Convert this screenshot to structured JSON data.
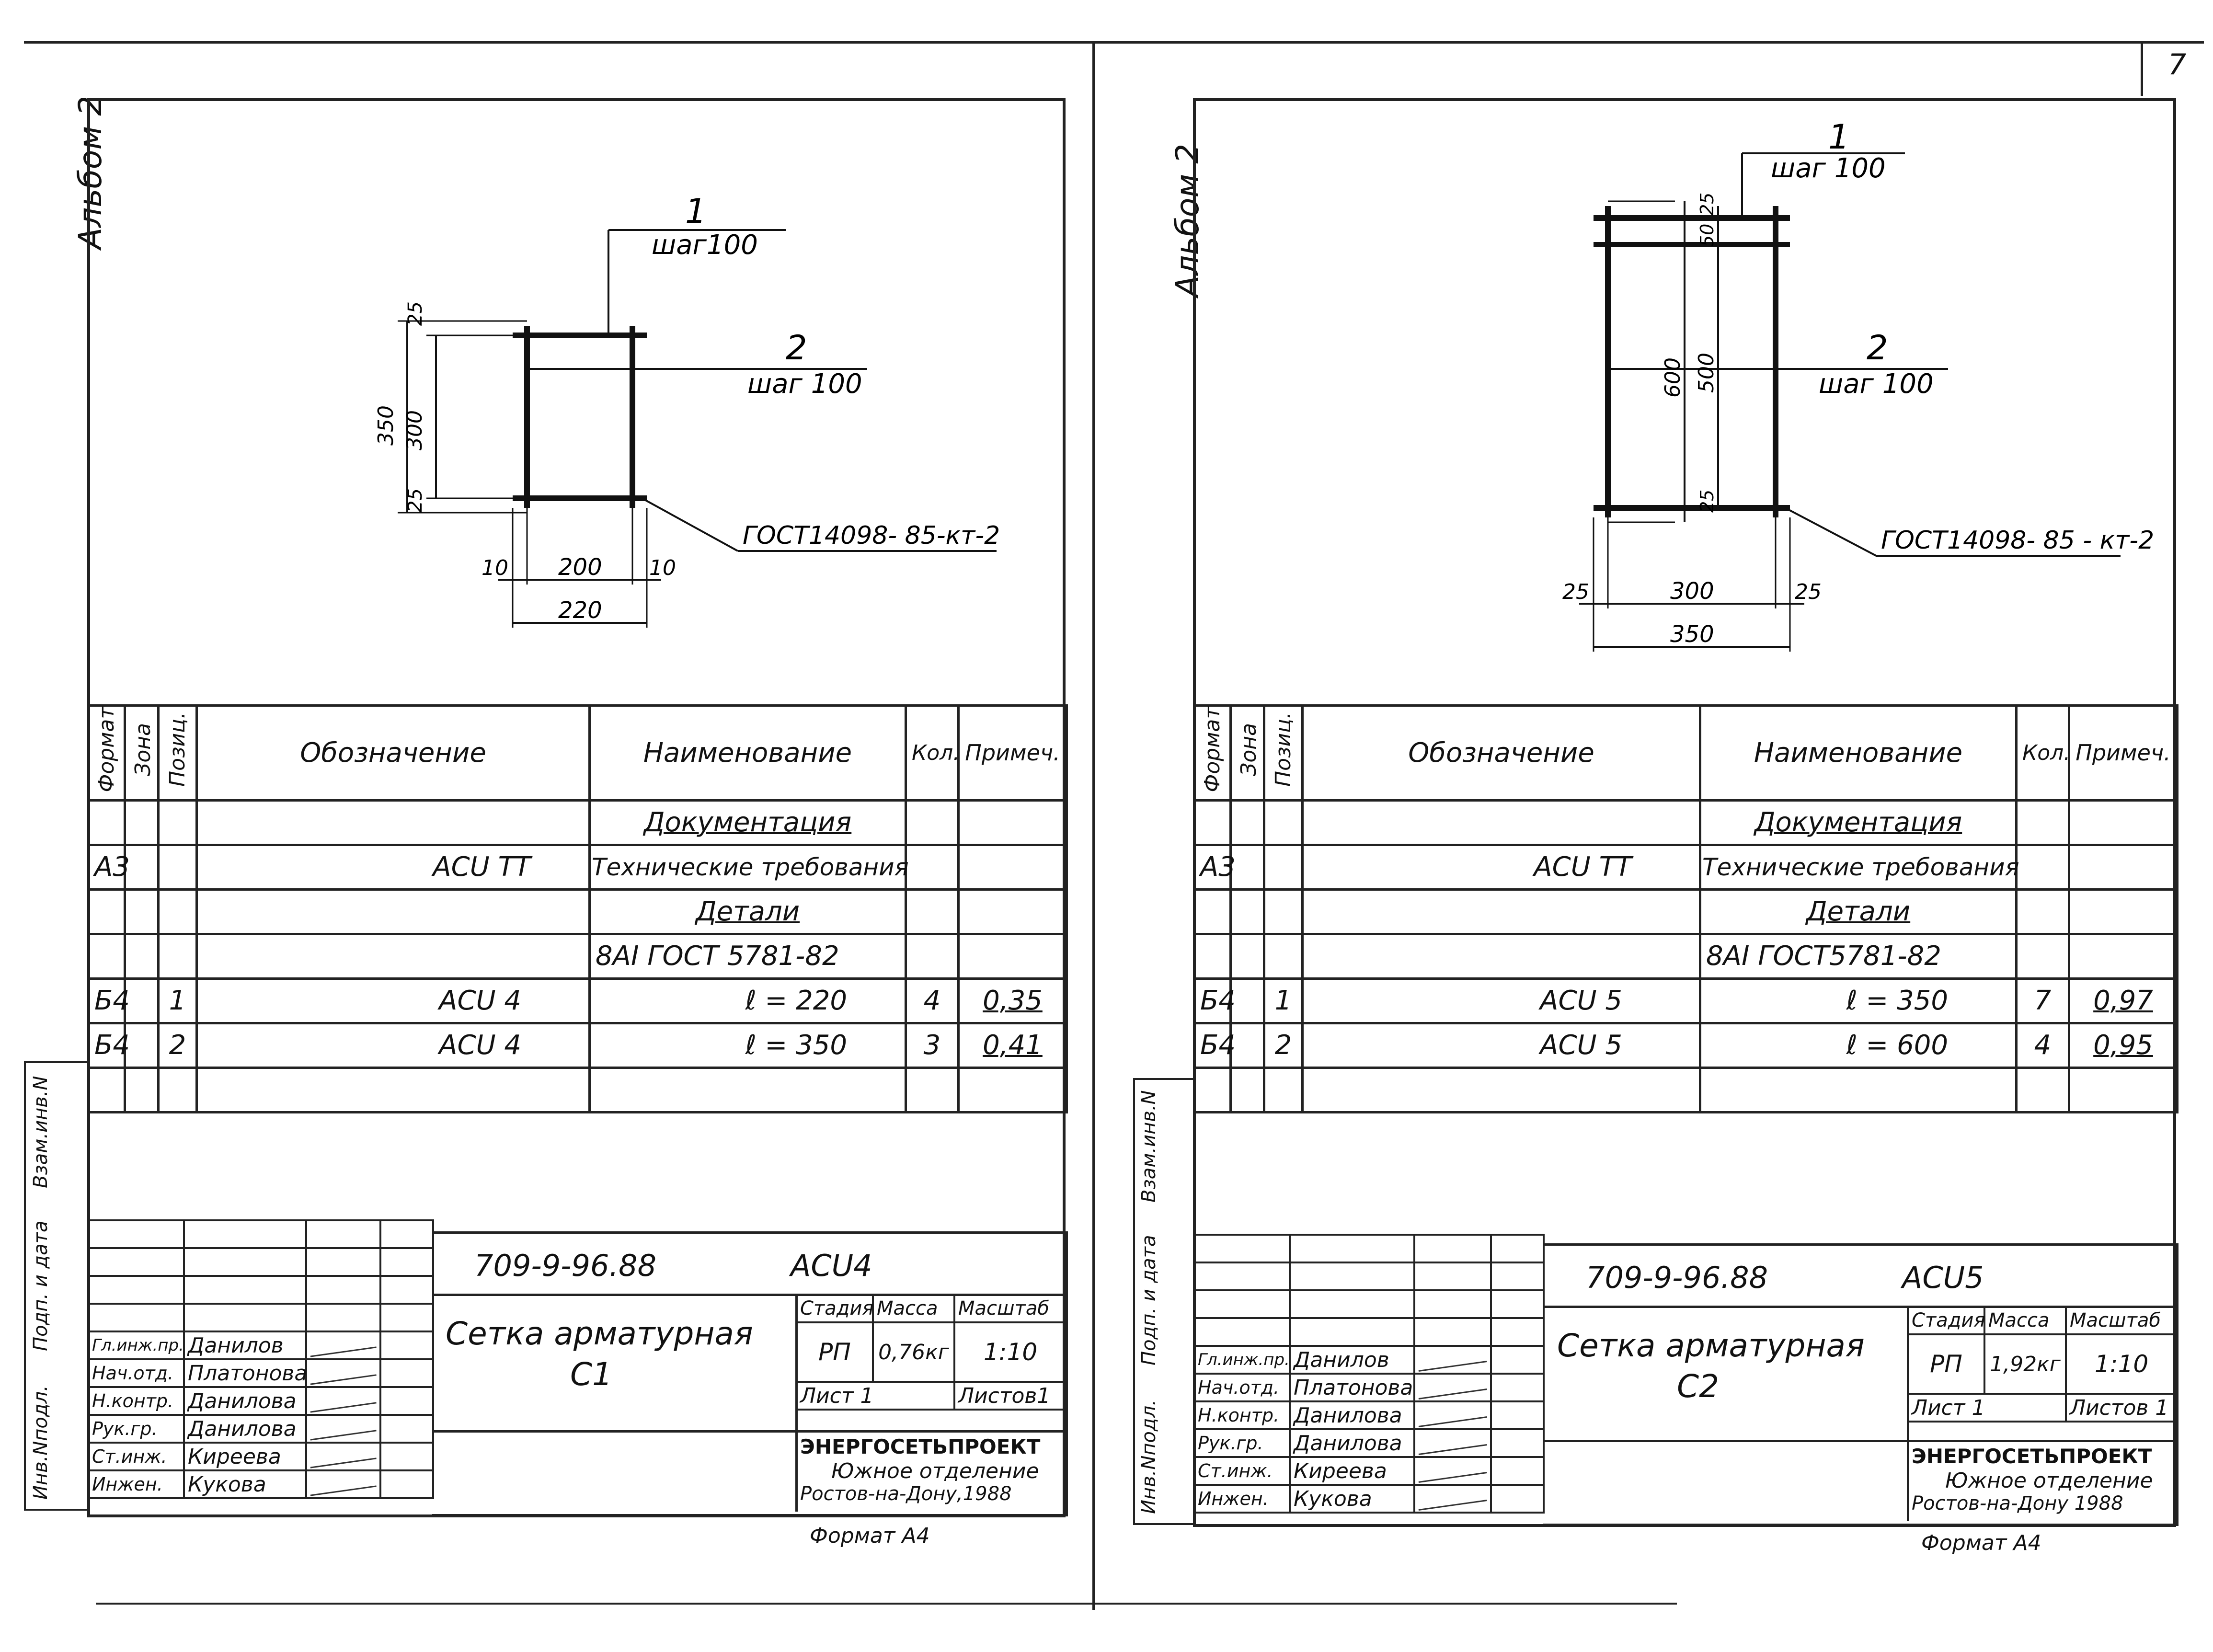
{
  "page_number": "7",
  "sheets": [
    {
      "album": "Альбом 2",
      "drawing": {
        "leader1_num": "1",
        "leader1_text": "шаг100",
        "leader2_num": "2",
        "leader2_text": "шаг 100",
        "gost": "ГОСТ14098- 85-кт-2",
        "dims": {
          "top": "25",
          "mid": "300",
          "bottom": "25",
          "overall": "350",
          "left": "10",
          "inner": "200",
          "right": "10",
          "width": "220"
        }
      },
      "spec": {
        "headers": [
          "Формат",
          "Зона",
          "Позиц.",
          "Обозначение",
          "Наименование",
          "Кол.",
          "Примеч."
        ],
        "rows": [
          {
            "format": "",
            "zone": "",
            "pos": "",
            "designation": "",
            "name": "Документация",
            "qty": "",
            "note": "",
            "section": true
          },
          {
            "format": "А3",
            "zone": "",
            "pos": "",
            "designation": "АСU ТТ",
            "name": "Технические требования",
            "qty": "",
            "note": ""
          },
          {
            "format": "",
            "zone": "",
            "pos": "",
            "designation": "",
            "name": "Детали",
            "qty": "",
            "note": "",
            "section": true
          },
          {
            "format": "",
            "zone": "",
            "pos": "",
            "designation": "",
            "name": "8АI ГОСТ 5781-82",
            "qty": "",
            "note": ""
          },
          {
            "format": "Б4",
            "zone": "",
            "pos": "1",
            "designation": "АСU 4",
            "name": "ℓ = 220",
            "qty": "4",
            "note": "0,35"
          },
          {
            "format": "Б4",
            "zone": "",
            "pos": "2",
            "designation": "АСU 4",
            "name": "ℓ = 350",
            "qty": "3",
            "note": "0,41"
          },
          {
            "format": "",
            "zone": "",
            "pos": "",
            "designation": "",
            "name": "",
            "qty": "",
            "note": ""
          }
        ]
      },
      "side_labels": [
        "Взам.инв.N",
        "Подп. и дата",
        "Инв.Nподл."
      ],
      "stamp": {
        "code": "709-9-96.88",
        "mark": "АСU4",
        "title": "Сетка арматурная",
        "subtitle": "С1",
        "stage_label": "Стадия",
        "mass_label": "Масса",
        "scale_label": "Масштаб",
        "stage": "РП",
        "mass": "0,76кг",
        "scale": "1:10",
        "sheet": "Лист 1",
        "sheets": "Листов1",
        "org1": "ЭНЕРГОСЕТЬПРОЕКТ",
        "org2": "Южное отделение",
        "org3": "Ростов-на-Дону,1988",
        "people": [
          {
            "role": "Гл.инж.пр.",
            "name": "Данилов"
          },
          {
            "role": "Нач.отд.",
            "name": "Платонова"
          },
          {
            "role": "Н.контр.",
            "name": "Данилова"
          },
          {
            "role": "Рук.гр.",
            "name": "Данилова"
          },
          {
            "role": "Ст.инж.",
            "name": "Киреева"
          },
          {
            "role": "Инжен.",
            "name": "Кукова"
          }
        ]
      },
      "format": "Формат А4"
    },
    {
      "album": "Альбом 2",
      "drawing": {
        "leader1_num": "1",
        "leader1_text": "шаг 100",
        "leader2_num": "2",
        "leader2_text": "шаг 100",
        "gost": "ГОСТ14098- 85 - кт-2",
        "dims": {
          "top1": "25",
          "top2": "50",
          "mid": "500",
          "bottom": "25",
          "overall": "600",
          "left": "25",
          "inner": "300",
          "right": "25",
          "width": "350"
        }
      },
      "spec": {
        "headers": [
          "Формат",
          "Зона",
          "Позиц.",
          "Обозначение",
          "Наименование",
          "Кол.",
          "Примеч."
        ],
        "rows": [
          {
            "format": "",
            "zone": "",
            "pos": "",
            "designation": "",
            "name": "Документация",
            "qty": "",
            "note": "",
            "section": true
          },
          {
            "format": "А3",
            "zone": "",
            "pos": "",
            "designation": "АСU ТТ",
            "name": "Технические требования",
            "qty": "",
            "note": ""
          },
          {
            "format": "",
            "zone": "",
            "pos": "",
            "designation": "",
            "name": "Детали",
            "qty": "",
            "note": "",
            "section": true
          },
          {
            "format": "",
            "zone": "",
            "pos": "",
            "designation": "",
            "name": "8АI ГОСТ5781-82",
            "qty": "",
            "note": ""
          },
          {
            "format": "Б4",
            "zone": "",
            "pos": "1",
            "designation": "АСU 5",
            "name": "ℓ = 350",
            "qty": "7",
            "note": "0,97"
          },
          {
            "format": "Б4",
            "zone": "",
            "pos": "2",
            "designation": "АСU 5",
            "name": "ℓ = 600",
            "qty": "4",
            "note": "0,95"
          },
          {
            "format": "",
            "zone": "",
            "pos": "",
            "designation": "",
            "name": "",
            "qty": "",
            "note": ""
          }
        ]
      },
      "side_labels": [
        "Взам.инв.N",
        "Подп. и дата",
        "Инв.Nподл."
      ],
      "stamp": {
        "code": "709-9-96.88",
        "mark": "АСU5",
        "title": "Сетка арматурная",
        "subtitle": "С2",
        "stage_label": "Стадия",
        "mass_label": "Масса",
        "scale_label": "Масштаб",
        "stage": "РП",
        "mass": "1,92кг",
        "scale": "1:10",
        "sheet": "Лист 1",
        "sheets": "Листов 1",
        "org1": "ЭНЕРГОСЕТЬПРОЕКТ",
        "org2": "Южное отделение",
        "org3": "Ростов-на-Дону 1988",
        "people": [
          {
            "role": "Гл.инж.пр.",
            "name": "Данилов"
          },
          {
            "role": "Нач.отд.",
            "name": "Платонова"
          },
          {
            "role": "Н.контр.",
            "name": "Данилова"
          },
          {
            "role": "Рук.гр.",
            "name": "Данилова"
          },
          {
            "role": "Ст.инж.",
            "name": "Киреева"
          },
          {
            "role": "Инжен.",
            "name": "Кукова"
          }
        ]
      },
      "format": "Формат А4"
    }
  ]
}
